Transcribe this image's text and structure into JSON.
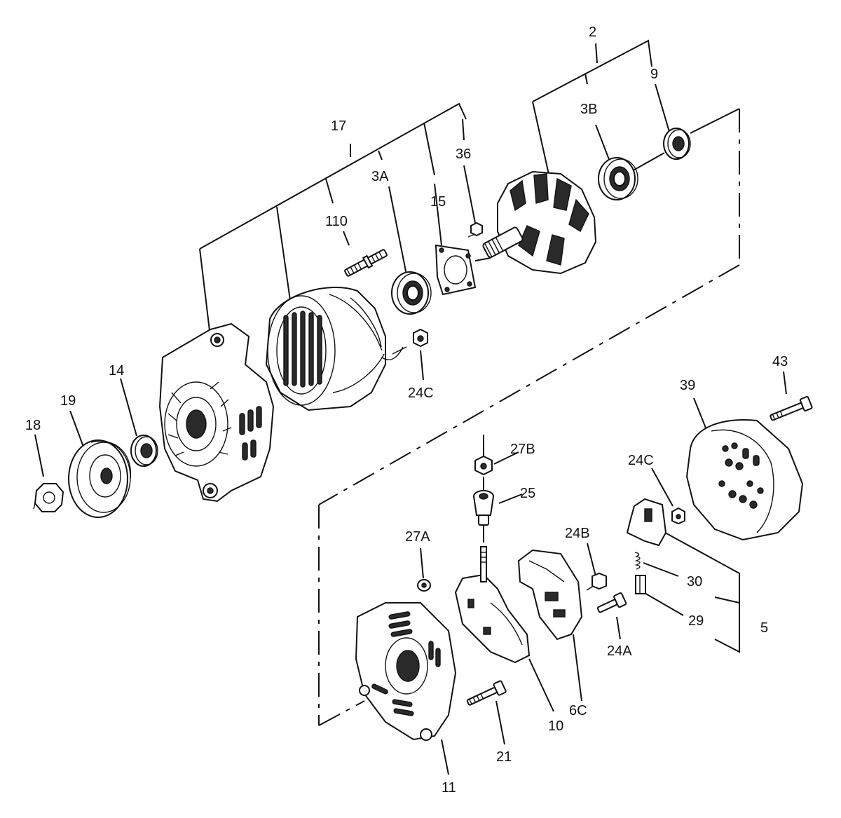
{
  "labels": {
    "p2": "2",
    "p9": "9",
    "p3B": "3B",
    "p17": "17",
    "p36": "36",
    "p3A": "3A",
    "p15": "15",
    "p110": "110",
    "p24C_top": "24C",
    "p14": "14",
    "p19": "19",
    "p18": "18",
    "p43": "43",
    "p39": "39",
    "p27B": "27B",
    "p25": "25",
    "p24C_right": "24C",
    "p27A": "27A",
    "p24B": "24B",
    "p30": "30",
    "p29": "29",
    "p5": "5",
    "p24A": "24A",
    "p6C": "6C",
    "p10": "10",
    "p21": "21",
    "p11": "11"
  },
  "icons": {
    "pulley_nut": "hex-nut",
    "pulley": "grooved-pulley",
    "spacer": "collar",
    "front_housing": "drive-end-housing",
    "stator": "stator-coil",
    "stud": "stud-bolt",
    "bearing_front": "ball-bearing",
    "retainer": "bearing-retainer-plate",
    "screw_36": "screw",
    "rotor": "rotor-assembly",
    "bearing_rear": "ball-bearing",
    "seal": "seal-ring",
    "rear_cover": "rear-cover",
    "rear_housing": "slip-ring-end-housing",
    "rectifier": "rectifier",
    "regulator": "regulator-brush-holder"
  }
}
